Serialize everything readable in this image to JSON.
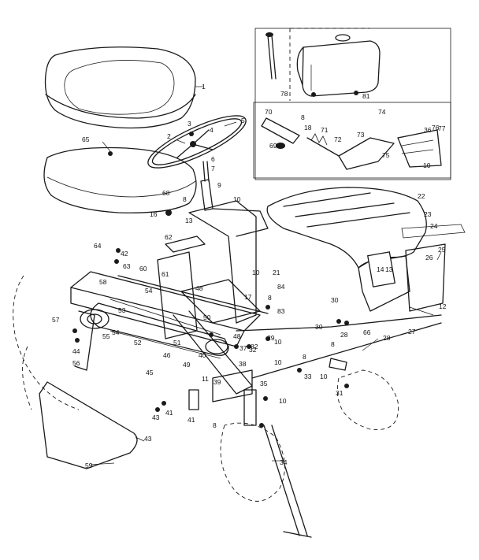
{
  "diagram": {
    "callouts": [
      "1",
      "2",
      "3",
      "4",
      "5",
      "6",
      "7",
      "8",
      "9",
      "10",
      "10",
      "10",
      "10",
      "10",
      "10",
      "10",
      "11",
      "12",
      "13",
      "13",
      "14",
      "16",
      "17",
      "21",
      "22",
      "23",
      "24",
      "25",
      "26",
      "27",
      "28",
      "28",
      "29",
      "30",
      "30",
      "31",
      "32",
      "33",
      "34",
      "35",
      "36",
      "37",
      "38",
      "39",
      "40",
      "41",
      "41",
      "42",
      "43",
      "43",
      "44",
      "45",
      "46",
      "48",
      "48",
      "49",
      "50",
      "51",
      "52",
      "53",
      "54",
      "54",
      "55",
      "56",
      "57",
      "58",
      "59",
      "60",
      "61",
      "62",
      "63",
      "64",
      "65",
      "66",
      "68",
      "69",
      "70",
      "71",
      "72",
      "73",
      "74",
      "75",
      "76",
      "77",
      "78",
      "81",
      "82",
      "83",
      "84",
      "8",
      "8",
      "8",
      "8",
      "8",
      "18"
    ]
  }
}
